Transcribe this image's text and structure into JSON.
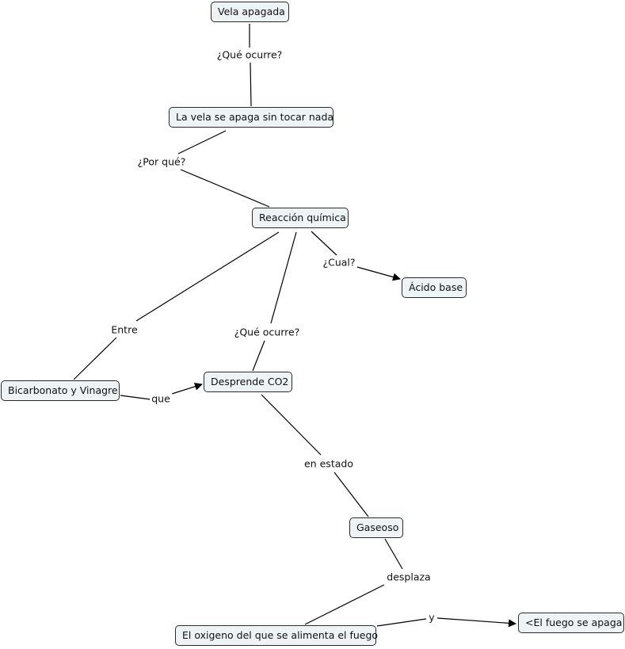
{
  "concepts": {
    "vela_apagada": "Vela apagada",
    "la_vela_se_apaga": "La vela se apaga sin tocar nada",
    "reaccion_quimica": "Reacción química",
    "acido_base": "Ácido base",
    "bicarbonato": "Bicarbonato y Vinagre",
    "desprende_co2": "Desprende CO2",
    "gaseoso": "Gaseoso",
    "oxigeno": "El oxigeno del que se alimenta el fuego",
    "fuego_apaga": "<El fuego se apaga"
  },
  "links": {
    "que_ocurre_1": "¿Qué ocurre?",
    "por_que": "¿Por qué?",
    "cual": "¿Cual?",
    "entre": "Entre",
    "que_ocurre_2": "¿Qué ocurre?",
    "que": "que",
    "en_estado": "en estado",
    "desplaza": "desplaza",
    "y": "y"
  },
  "colors": {
    "node_fill": "#eef3f6",
    "node_border": "#2b2b2b",
    "line": "#000000"
  }
}
